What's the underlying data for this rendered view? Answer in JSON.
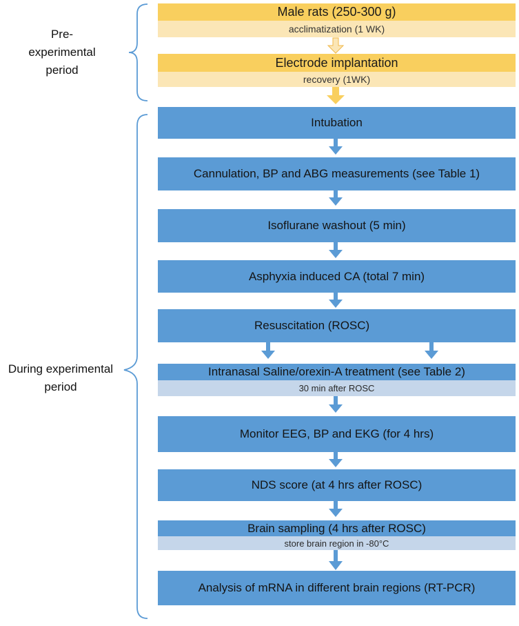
{
  "phases": {
    "pre": "Pre-experimental period",
    "during": "During experimental period"
  },
  "steps": {
    "male_rats": "Male rats (250-300 g)",
    "acclimatization": "acclimatization (1 WK)",
    "electrode": "Electrode implantation",
    "recovery": "recovery (1WK)",
    "intubation": "Intubation",
    "cannulation": "Cannulation,  BP  and ABG measurements  (see Table 1)",
    "isoflurane": "Isoflurane washout (5 min)",
    "asphyxia": "Asphyxia induced CA (total 7 min)",
    "resuscitation": "Resuscitation (ROSC)",
    "intranasal": "Intranasal Saline/orexin-A treatment  (see Table  2)",
    "intranasal_note": "30 min after ROSC",
    "monitor": "Monitor EEG, BP and EKG (for 4 hrs)",
    "nds": "NDS score (at 4 hrs after ROSC)",
    "brain": "Brain sampling  (4 hrs after ROSC)",
    "brain_note": "store brain region  in -80°C",
    "analysis": "Analysis of mRNA in different brain regions (RT-PCR)"
  },
  "colors": {
    "gold": "#f9cf5e",
    "cream": "#fbe6b6",
    "blue": "#5b9bd5",
    "light_blue": "#c5d6ea",
    "bracket": "#5b9bd5"
  }
}
